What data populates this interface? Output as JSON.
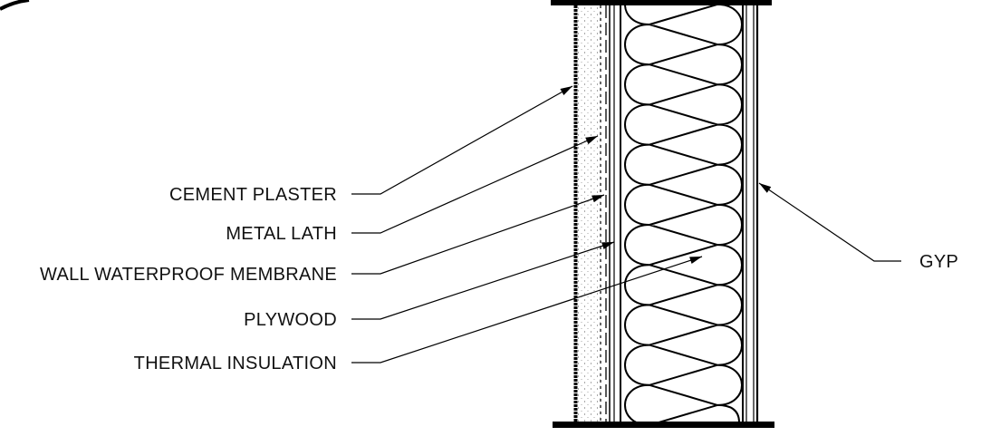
{
  "title": "Wall section detail",
  "labels": {
    "cement_plaster": "CEMENT PLASTER",
    "metal_lath": "METAL LATH",
    "membrane": "WALL WATERPROOF MEMBRANE",
    "plywood": "PLYWOOD",
    "insulation": "THERMAL INSULATION",
    "gyp": "GYP"
  },
  "colors": {
    "ink": "#000000",
    "background": "#ffffff"
  }
}
